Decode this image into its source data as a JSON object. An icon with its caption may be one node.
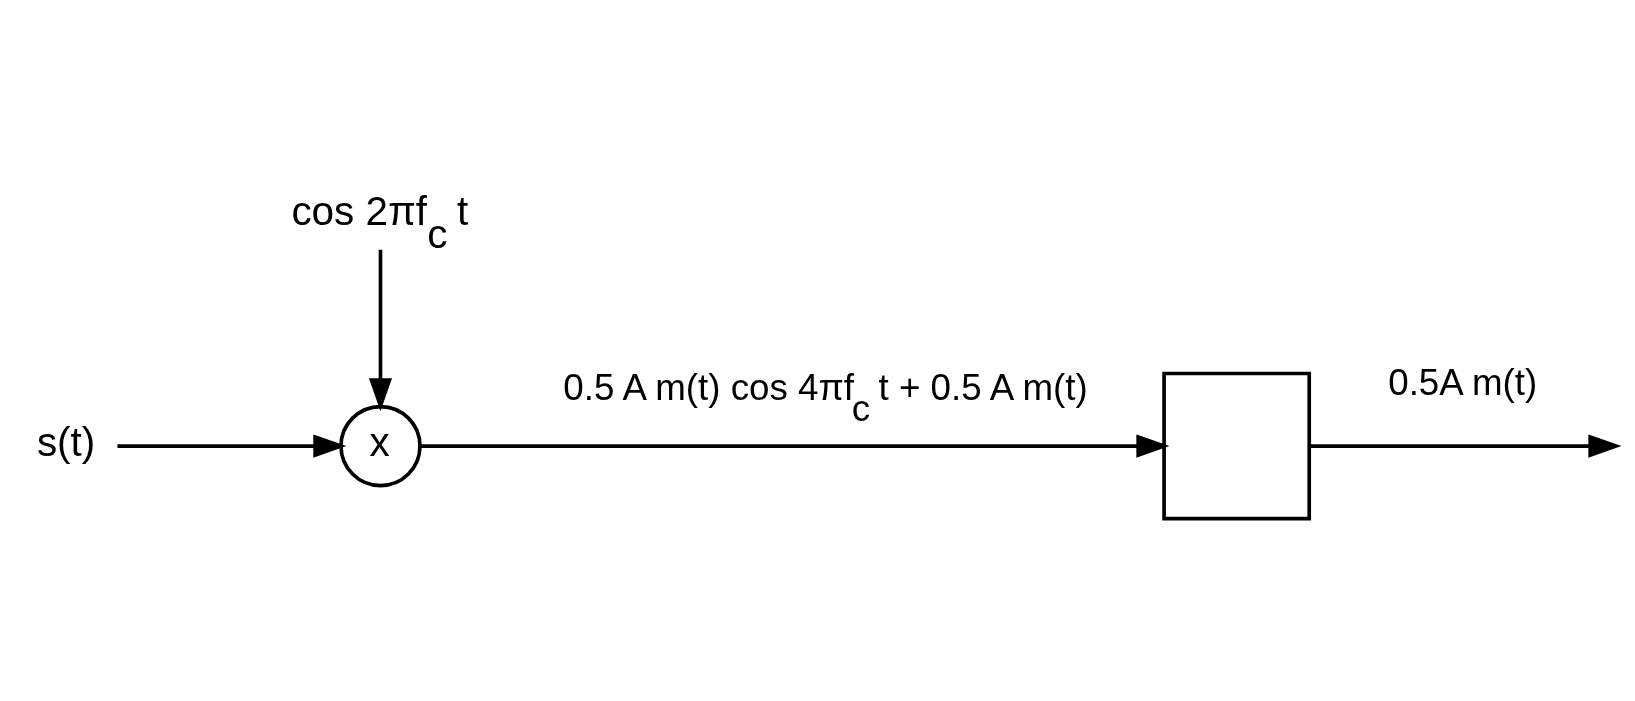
{
  "diagram": {
    "nodes": [
      {
        "text": [
          "s(t)"
        ]
      },
      {
        "text": [
          "x"
        ]
      },
      {
        "text": [
          "cos 2πf$_{c}$ t"
        ]
      },
      {
        "text": [],
        "shape": "box"
      }
    ],
    "edges": [
      {
        "from": 0,
        "to": 1,
        "arrow": "to"
      },
      {
        "from": 2,
        "to": 1,
        "arrow": "to"
      },
      {
        "from": 1,
        "to": 3,
        "arrow": "to",
        "label": "0.5 A m(t) cos 4πf$_{c}$ t + 0.5 A m(t)"
      },
      {
        "from": 3,
        "to": null,
        "arrow": "to",
        "label": "0.5A m(t)"
      }
    ]
  }
}
